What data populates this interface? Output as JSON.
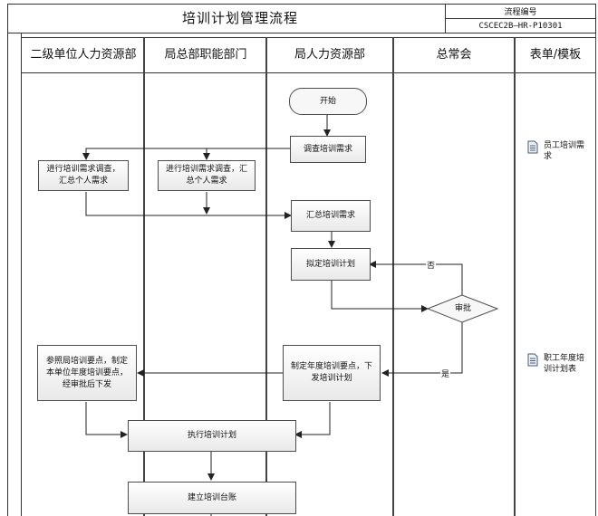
{
  "header": {
    "title": "培训计划管理流程",
    "code_label": "流程编号",
    "code_value": "CSCEC2B—HR-P10301"
  },
  "lanes": [
    "二级单位人力资源部",
    "局总部职能部门",
    "局人力资源部",
    "总常会",
    "表单/模板"
  ],
  "nodes": {
    "start": "开始",
    "survey": "调查培训需求",
    "l1_collect": "进行培训需求调查，汇总个人需求",
    "l2_collect": "进行培训需求调查，汇总个人需求",
    "summarize": "汇总培训需求",
    "draft": "拟定培训计划",
    "approve": "审批",
    "make_points": "制定年度培训要点，下发培训计划",
    "unit_plan": "参照局培训要点，制定本单位年度培训要点，经审批后下发",
    "execute": "执行培训计划",
    "ledger": "建立培训台账"
  },
  "edge_labels": {
    "no": "否",
    "yes": "是"
  },
  "forms": [
    {
      "icon": "document-icon",
      "label": "员工培训需求"
    },
    {
      "icon": "document-icon",
      "label": "职工年度培训计划表"
    }
  ]
}
